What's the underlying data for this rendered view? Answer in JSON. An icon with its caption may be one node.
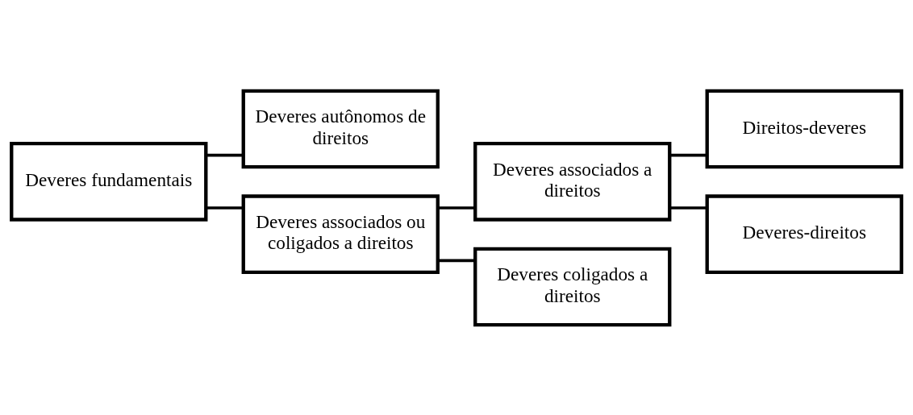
{
  "diagram": {
    "nodes": [
      {
        "text": [
          "Deveres fundamentais"
        ]
      },
      {
        "text": [
          "Deveres autônomos de direitos"
        ]
      },
      {
        "text": [
          "Deveres associados ou coligados a direitos"
        ]
      },
      {
        "text": [
          "Deveres associados a direitos"
        ]
      },
      {
        "text": [
          "Deveres coligados a direitos"
        ]
      },
      {
        "text": [
          "Direitos-deveres"
        ]
      },
      {
        "text": [
          "Deveres-direitos"
        ]
      }
    ],
    "edges": [
      {
        "from": 0,
        "to": 1,
        "arrow": "none"
      },
      {
        "from": 0,
        "to": 2,
        "arrow": "none"
      },
      {
        "from": 2,
        "to": 3,
        "arrow": "none"
      },
      {
        "from": 2,
        "to": 4,
        "arrow": "none"
      },
      {
        "from": 3,
        "to": 5,
        "arrow": "none"
      },
      {
        "from": 3,
        "to": 6,
        "arrow": "none"
      }
    ]
  }
}
